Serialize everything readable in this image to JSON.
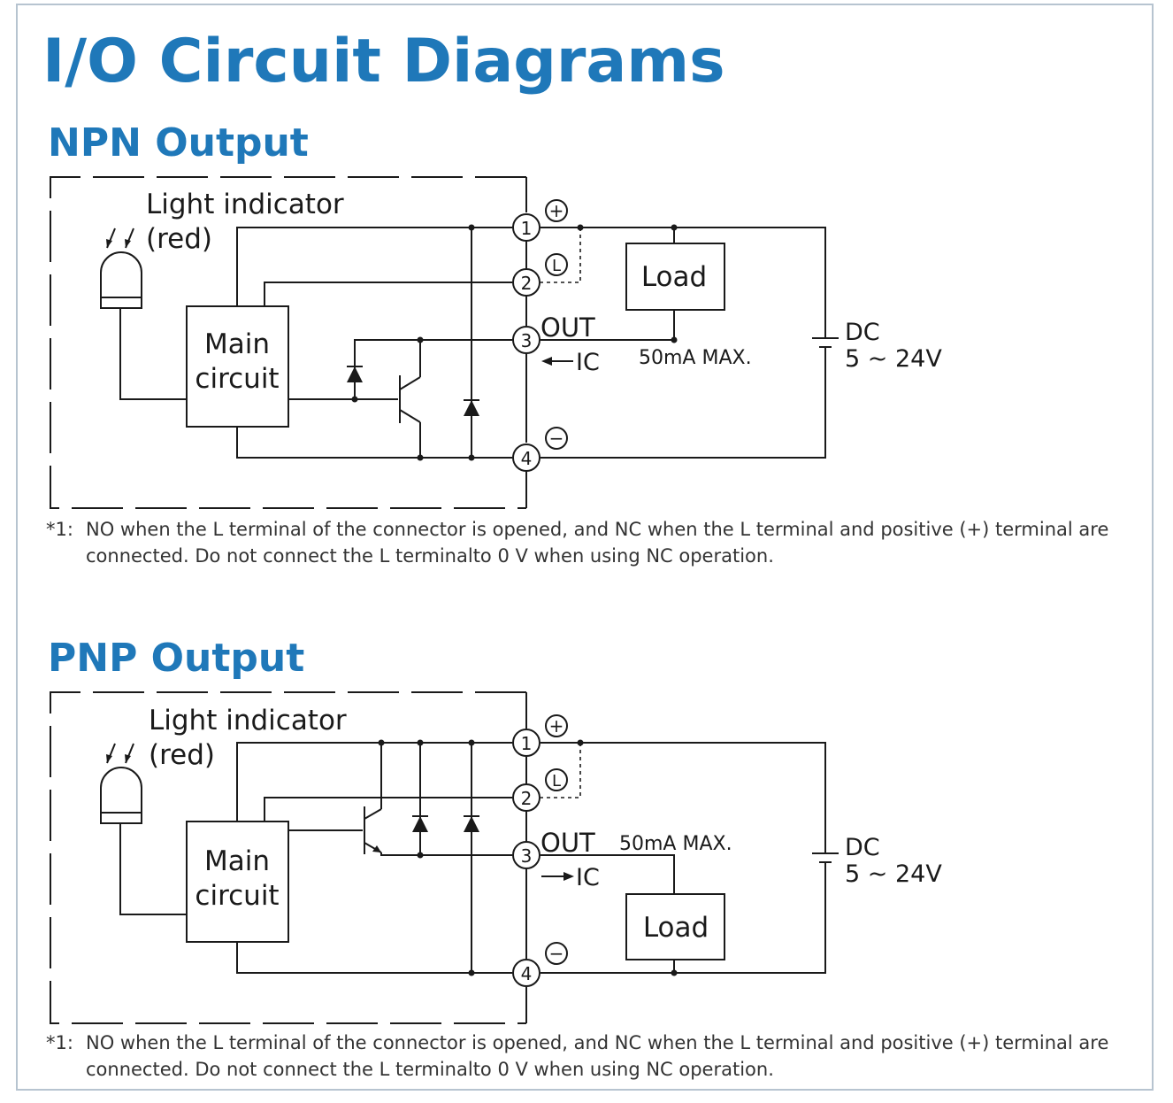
{
  "title": "I/O Circuit Diagrams",
  "colors": {
    "heading": "#1f78b9",
    "line": "#1a1a1a",
    "frame": "#b7c4d0"
  },
  "npn": {
    "heading": "NPN Output",
    "light_indicator": "Light indicator",
    "light_color": "(red)",
    "main_circuit_line1": "Main",
    "main_circuit_line2": "circuit",
    "terminal_1": "1",
    "terminal_2": "2",
    "terminal_3": "3",
    "terminal_4": "4",
    "plus_symbol": "+",
    "l_symbol": "L",
    "minus_symbol": "−",
    "out_label": "OUT",
    "ic_label": "IC",
    "load_label": "Load",
    "max_current": "50mA MAX.",
    "dc_label": "DC",
    "voltage_label": "5 ~ 24V",
    "footnote_mark": "*1:",
    "footnote_text": "NO when the L terminal of the connector is opened, and NC when the L terminal and positive (+) terminal are connected. Do not connect the L terminalto 0 V when using NC operation."
  },
  "pnp": {
    "heading": "PNP Output",
    "light_indicator": "Light indicator",
    "light_color": "(red)",
    "main_circuit_line1": "Main",
    "main_circuit_line2": "circuit",
    "terminal_1": "1",
    "terminal_2": "2",
    "terminal_3": "3",
    "terminal_4": "4",
    "plus_symbol": "+",
    "l_symbol": "L",
    "minus_symbol": "−",
    "out_label": "OUT",
    "ic_label": "IC",
    "load_label": "Load",
    "max_current": "50mA MAX.",
    "dc_label": "DC",
    "voltage_label": "5 ~ 24V",
    "footnote_mark": "*1:",
    "footnote_text": "NO when the L terminal of the connector is opened, and NC when the L terminal and positive (+) terminal are connected. Do not connect the L terminalto 0 V when using NC operation."
  }
}
